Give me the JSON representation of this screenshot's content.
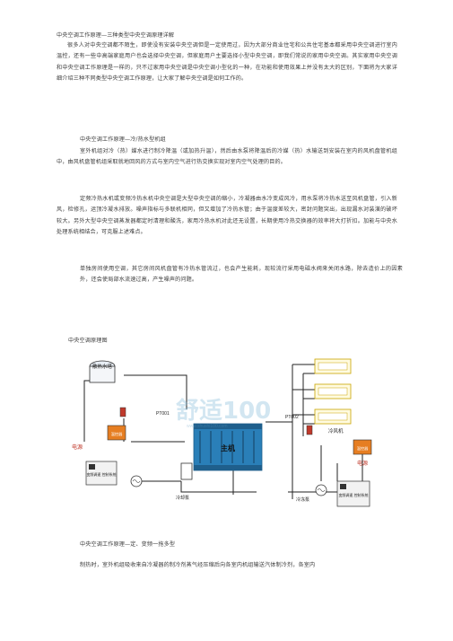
{
  "document": {
    "title": "中央空调工作原理—三种类型中央空调原理详解",
    "p1": "很多人对中央空调都不陌生，即使没有安装中央空调但是一定使用过，因为大部分商业住宅和公共住宅基本都采用中央空调进行室内温控，还有一些中高端家庭用户也会选择中央空调，但家庭用户主要选择小型中央空调，即我们常说的家用中央空调。其实家用中央空调和中央空调工作原理是一样的，只不过家用中央空调是中央空调小型化的一种，在功能和使用效果上并没有太大的区别，下面将为大家详细介绍三种不同类型中央空调工作原理，让大家了解中央空调是如何工作的。",
    "h2": "中央空调工作原理—冷/热水型机组",
    "p2": "室外机组对冷（热）媒水进行制冷降温（或加热升温），然后由水泵将降温后的冷媒（热）水输送到安装在室内的风机盘管机组中，由风机盘管机组采取就地回风的方式与室内空气进行热交换实现对室内空气处理的目的。",
    "p3": "定频冷热水机或变频冷热水机中央空调是大型中央空调的缩小，冷凝器由水冷变成风冷，用水泵将冷热水送至风机盘管，引入新风，检修孔，运顶冷凝水排放。噪声指标与多联机相同，但又增加了冷热水管；由于温度差较大，密封问题突出，出现漏水对装潢的破坏较大。另外大型中央空调蒸发器都定时清理和酸洗，家用冷热水机对此还无设置，长期使用冷热交换器的效率将大打折扣。加能与中央水处理系统相结合，可克服上述难点。",
    "p4": "单独房间使用空调，其它房间风机盘管有冷热水管流过，也会产生能耗，现较流行采用电磁水阀来关闭水路，除去造价上的因素外，还会使局部水流速过高，产生噪声的问题。",
    "h3": "中央空调原理图",
    "h4": "中央空调工作原理—定、变频一拖多型",
    "p5": "制热时，室外机组吸收来自冷凝器的制冷剂蒸气经压缩后向各室内机组输送汽体制冷剂，各室内"
  },
  "diagram": {
    "watermark_text": "舒适100",
    "watermark_url": "www.shushi100.com",
    "labels": {
      "tank": "散热水塔",
      "pt1": "PT001",
      "pt2": "PT002",
      "host": "主机",
      "power_left": "电源",
      "power_right": "电源",
      "controller_left": "温控器",
      "controller_right": "温控器",
      "inverter_left": "变频调速\n控制系统",
      "inverter_right": "变频调速\n控制系统",
      "pump_left": "冷却泵",
      "pump_right": "冷冻泵",
      "fan_unit": "冷风机"
    }
  }
}
